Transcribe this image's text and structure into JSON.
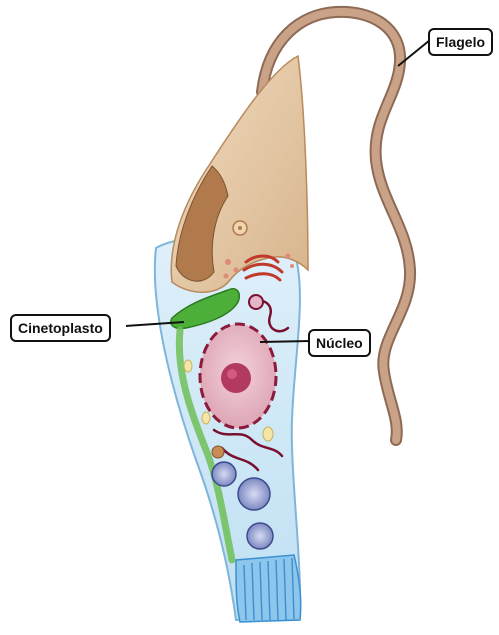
{
  "labels": {
    "flagelo": "Flagelo",
    "cinetoplasto": "Cinetoplasto",
    "nucleo": "Núcleo"
  },
  "colors": {
    "flagellum": "#c9a287",
    "flagellum_edge": "#8d6a55",
    "body_fill": "#cfe8f6",
    "body_edge": "#7fb5d9",
    "pocket": "#b07a4c",
    "cap": "#e6c9a4",
    "kinetoplast": "#4caf3a",
    "nucleus": "#e8b8c4",
    "nucleus_edge": "#8c1a3c",
    "nucleolus": "#b23a5e",
    "organelle_purple": "#6b78b8",
    "tail_stripes": "#3b8fd0",
    "callout_border": "#111111",
    "leader_line": "#111111"
  }
}
